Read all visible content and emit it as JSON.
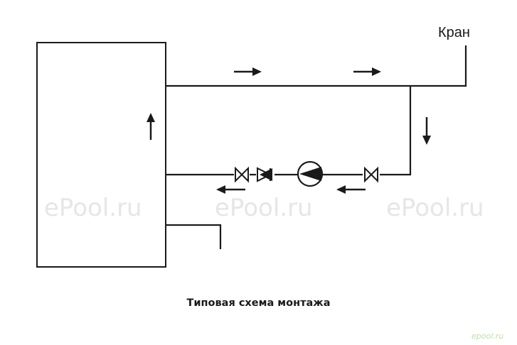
{
  "labels": {
    "tap": "Кран"
  },
  "caption": "Типовая схема монтажа",
  "watermark": {
    "text": "ePool.ru",
    "corner": "epool.ru",
    "color": "#e6e6e6",
    "corner_color": "#b9dfa8"
  },
  "colors": {
    "line": "#1a1a1a",
    "background": "#ffffff"
  },
  "icons": [
    "pump-icon",
    "valve-icon",
    "check-valve-icon",
    "flow-arrow-icon"
  ]
}
